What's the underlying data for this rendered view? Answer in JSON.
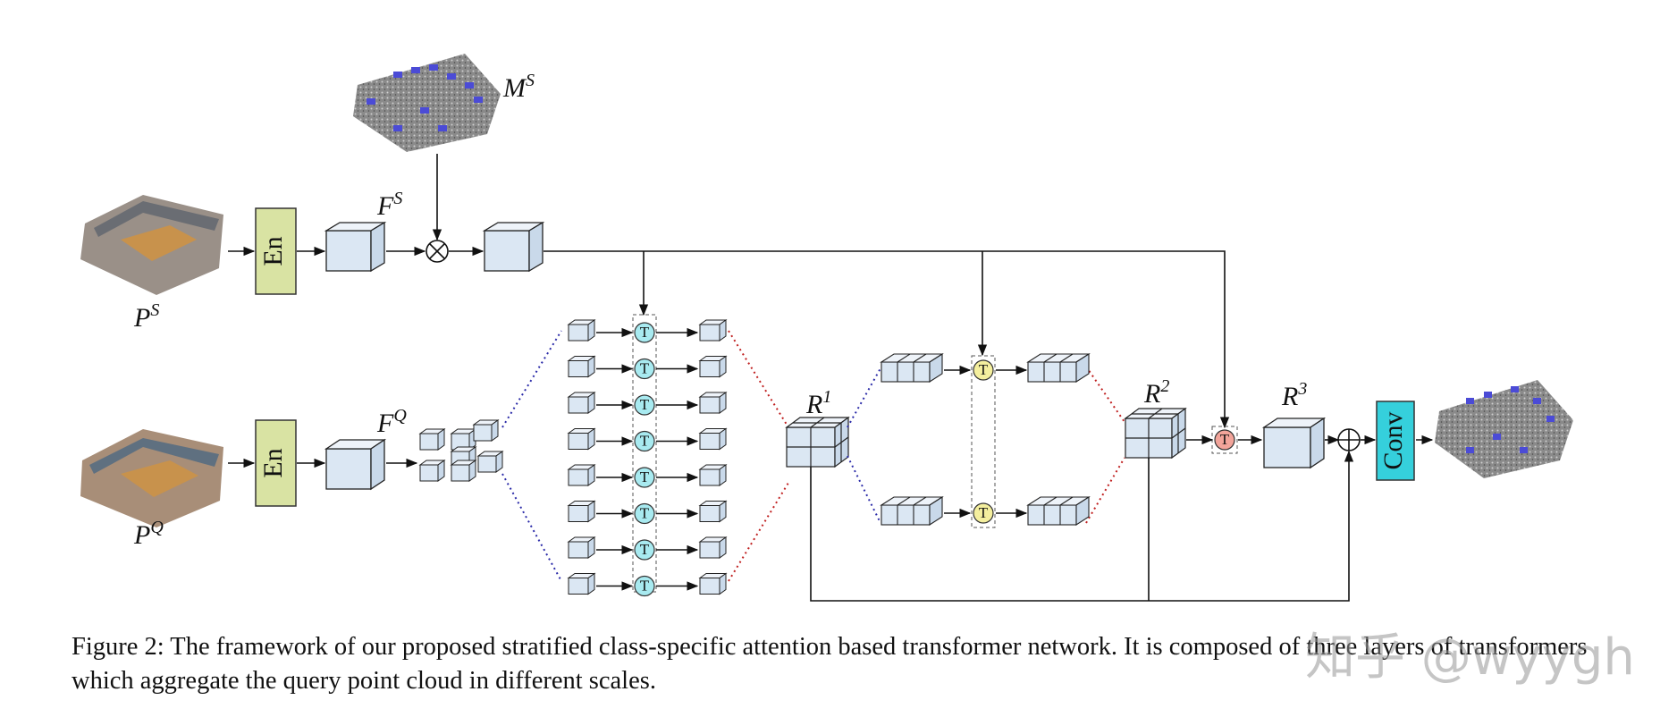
{
  "labels": {
    "ms": "M",
    "ms_sup": "S",
    "ps": "P",
    "ps_sup": "S",
    "pq": "P",
    "pq_sup": "Q",
    "fs": "F",
    "fs_sup": "S",
    "fq": "F",
    "fq_sup": "Q",
    "r1": "R",
    "r1_sup": "1",
    "r2": "R",
    "r2_sup": "2",
    "r3": "R",
    "r3_sup": "3"
  },
  "blocks": {
    "encoder_label": "En",
    "conv_label": "Conv",
    "transformer_label": "T",
    "multiply_symbol": "⊗"
  },
  "colors": {
    "encoder": "#d9e3a3",
    "conv": "#35d0dc",
    "cube": "#dbe7f3",
    "transformer_cyan": "#a8eaf0",
    "transformer_yellow": "#f4ef9e",
    "transformer_red": "#f2a49a",
    "dotted_blue": "#2a2aa8",
    "dotted_red": "#c02020"
  },
  "caption": "Figure 2: The framework of our proposed stratified class-specific attention based transformer network. It is composed of three layers of transformers which aggregate the query point cloud in different scales.",
  "watermark": "知乎 @wyygh"
}
